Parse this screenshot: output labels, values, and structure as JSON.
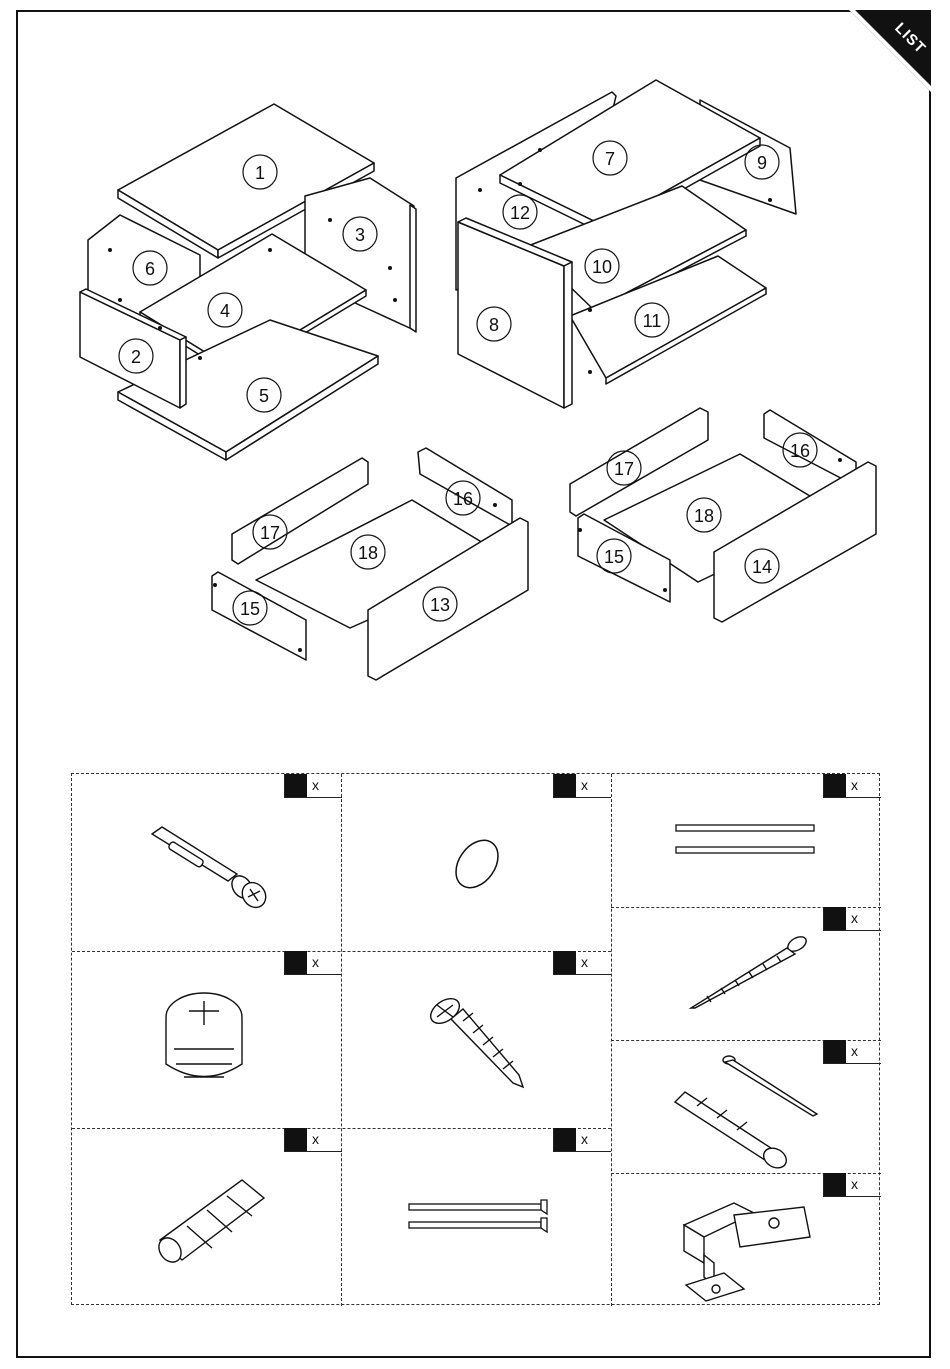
{
  "corner_tab": {
    "label": "LIST"
  },
  "panel_numbers": [
    "1",
    "2",
    "3",
    "4",
    "5",
    "6",
    "7",
    "8",
    "9",
    "10",
    "11",
    "12",
    "13",
    "14",
    "15",
    "16",
    "17",
    "18"
  ],
  "drawer_a_numbers": {
    "n17": "17",
    "n16": "16",
    "n18": "18",
    "n15": "15",
    "n13": "13"
  },
  "drawer_b_numbers": {
    "n17": "17",
    "n16": "16",
    "n18": "18",
    "n15": "15",
    "n14": "14"
  },
  "hardware": [
    {
      "id": "cam-bolt",
      "qty_label": "x",
      "icon": "cam-bolt-icon"
    },
    {
      "id": "washer-ring",
      "qty_label": "x",
      "icon": "ring-icon"
    },
    {
      "id": "drawer-runner-long",
      "qty_label": "x",
      "icon": "runner-icon"
    },
    {
      "id": "long-screw",
      "qty_label": "x",
      "icon": "screw-icon"
    },
    {
      "id": "cam-lock",
      "qty_label": "x",
      "icon": "cam-lock-icon"
    },
    {
      "id": "short-screw",
      "qty_label": "x",
      "icon": "screw-icon"
    },
    {
      "id": "wall-plug-screw",
      "qty_label": "x",
      "icon": "wall-plug-icon"
    },
    {
      "id": "wood-dowel",
      "qty_label": "x",
      "icon": "dowel-icon"
    },
    {
      "id": "drawer-runner-short",
      "qty_label": "x",
      "icon": "runner-icon"
    },
    {
      "id": "wall-bracket",
      "qty_label": "x",
      "icon": "bracket-icon"
    }
  ]
}
